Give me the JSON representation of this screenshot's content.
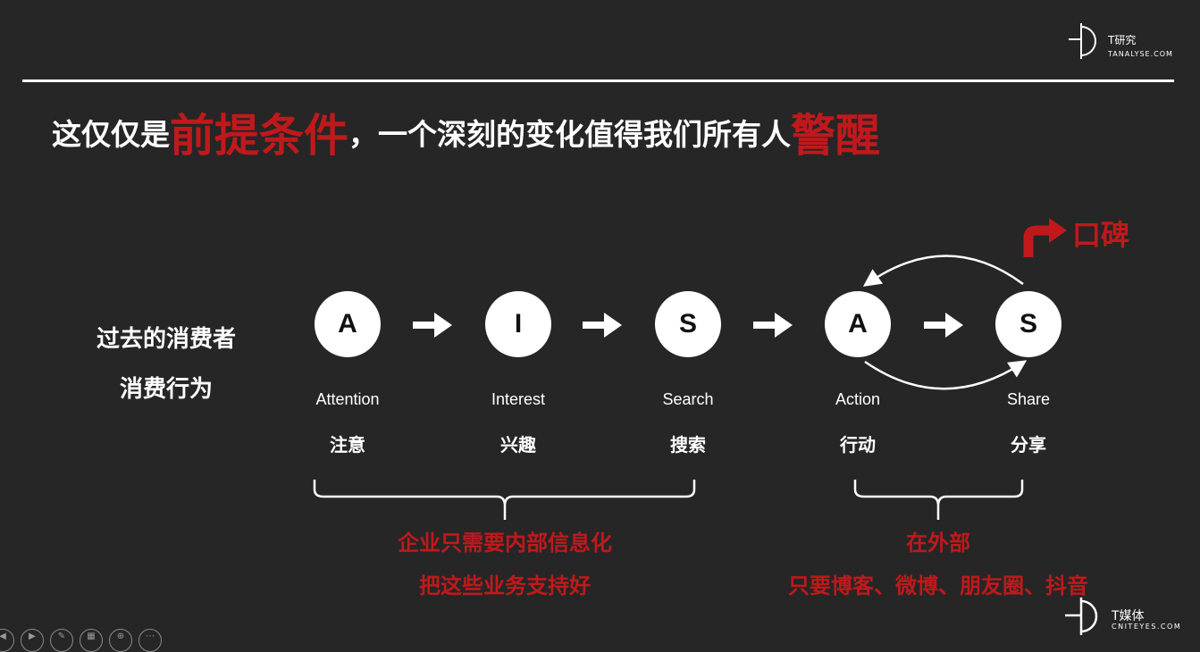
{
  "logo_top": {
    "cn": "T研究",
    "en": "TANALYSE.COM"
  },
  "headline": {
    "part1": "这仅仅是",
    "highlight1": "前提条件",
    "part2": "，一个深刻的变化值得我们所有人",
    "highlight2": "警醒"
  },
  "left_label": {
    "line1": "过去的消费者",
    "line2": "消费行为"
  },
  "stages": [
    {
      "letter": "A",
      "en": "Attention",
      "cn": "注意"
    },
    {
      "letter": "I",
      "en": "Interest",
      "cn": "兴趣"
    },
    {
      "letter": "S",
      "en": "Search",
      "cn": "搜索"
    },
    {
      "letter": "A",
      "en": "Action",
      "cn": "行动"
    },
    {
      "letter": "S",
      "en": "Share",
      "cn": "分享"
    }
  ],
  "word_of_mouth": "口碑",
  "group_left": {
    "line1": "企业只需要内部信息化",
    "line2": "把这些业务支持好"
  },
  "group_right": {
    "line1": "在外部",
    "line2": "只要博客、微博、朋友圈、抖音"
  },
  "logo_bottom": {
    "cn": "T媒体",
    "en": "CNITEYES.COM"
  },
  "colors": {
    "accent_red": "#c0191c",
    "background": "#262626",
    "foreground": "#ffffff"
  },
  "icons": [
    "arrow-right-icon",
    "curved-arrow-icon",
    "turn-arrow-icon",
    "brace-icon",
    "presenter-control-icon"
  ]
}
